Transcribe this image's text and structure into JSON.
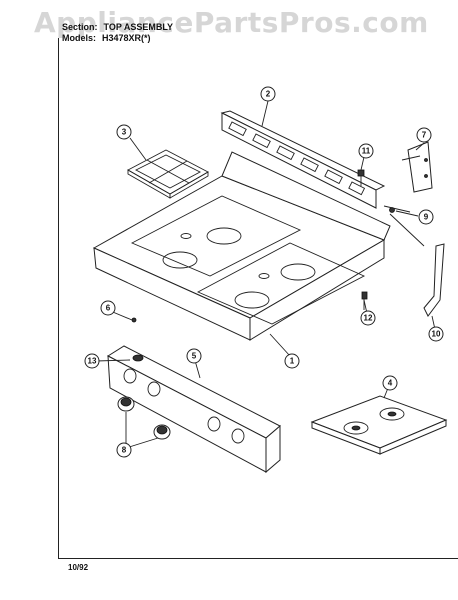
{
  "watermark": "AppliancePartsPros.com",
  "header": {
    "section_label": "Section:",
    "section_value": "TOP ASSEMBLY",
    "models_label": "Models:",
    "models_value": "H3478XR(*)"
  },
  "footer": {
    "date": "10/92"
  },
  "callouts": [
    "1",
    "2",
    "3",
    "4",
    "5",
    "6",
    "7",
    "8",
    "9",
    "10",
    "11",
    "12",
    "13"
  ]
}
